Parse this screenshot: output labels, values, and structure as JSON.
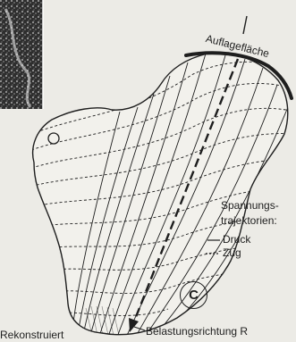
{
  "figure": {
    "bearing_surface_label": "Auflagefläche",
    "trajectories_label_lines": [
      "Spannungs-",
      "trajektorien:"
    ],
    "legend": {
      "compression": "Druck",
      "tension": "Zug"
    },
    "panel_badge": "C",
    "load_direction_label": "Belastungsrichtung R",
    "cut_off_label": "Rekonstruiert"
  },
  "colors": {
    "background": "#ecebe6",
    "ink": "#1e1e1e",
    "photo_dark": "#2a2a2a"
  }
}
